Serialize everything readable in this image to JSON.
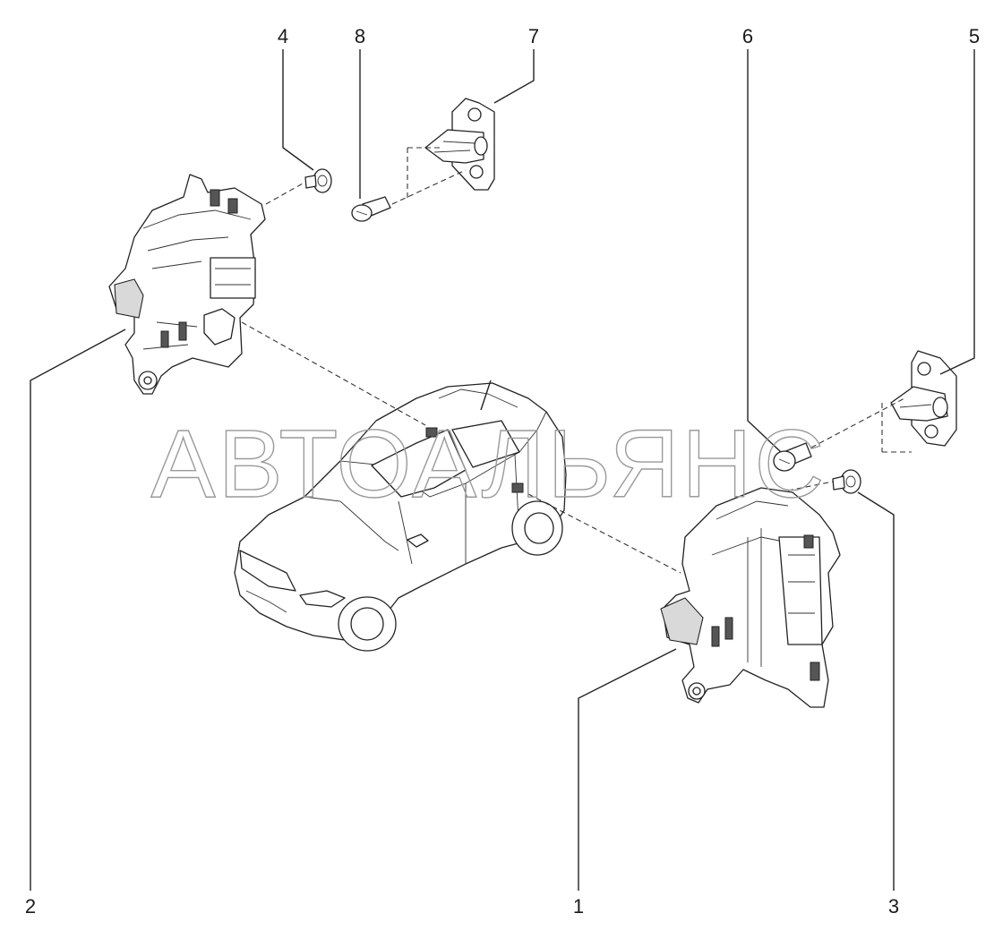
{
  "watermark": "АВТОАЛЬЯНС",
  "callouts": {
    "c1": "1",
    "c2": "2",
    "c3": "3",
    "c4": "4",
    "c5": "5",
    "c6": "6",
    "c7": "7",
    "c8": "8"
  }
}
